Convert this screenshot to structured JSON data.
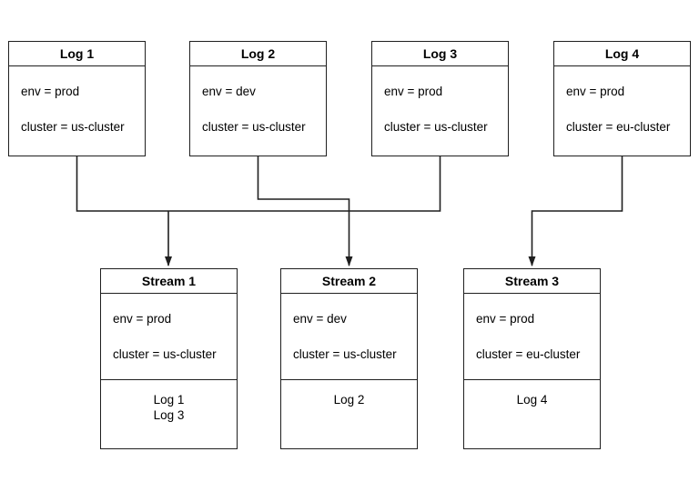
{
  "diagram": {
    "logs": [
      {
        "title": "Log 1",
        "attrs": [
          "env = prod",
          "cluster = us-cluster"
        ]
      },
      {
        "title": "Log 2",
        "attrs": [
          "env = dev",
          "cluster = us-cluster"
        ]
      },
      {
        "title": "Log 3",
        "attrs": [
          "env = prod",
          "cluster = us-cluster"
        ]
      },
      {
        "title": "Log 4",
        "attrs": [
          "env = prod",
          "cluster = eu-cluster"
        ]
      }
    ],
    "streams": [
      {
        "title": "Stream 1",
        "attrs": [
          "env = prod",
          "cluster = us-cluster"
        ],
        "logs": [
          "Log 1",
          "Log 3"
        ]
      },
      {
        "title": "Stream 2",
        "attrs": [
          "env = dev",
          "cluster = us-cluster"
        ],
        "logs": [
          "Log 2"
        ]
      },
      {
        "title": "Stream 3",
        "attrs": [
          "env = prod",
          "cluster = eu-cluster"
        ],
        "logs": [
          "Log 4"
        ]
      }
    ],
    "colors": {
      "border": "#1f1f1f",
      "background": "#ffffff",
      "text": "#000000"
    }
  }
}
